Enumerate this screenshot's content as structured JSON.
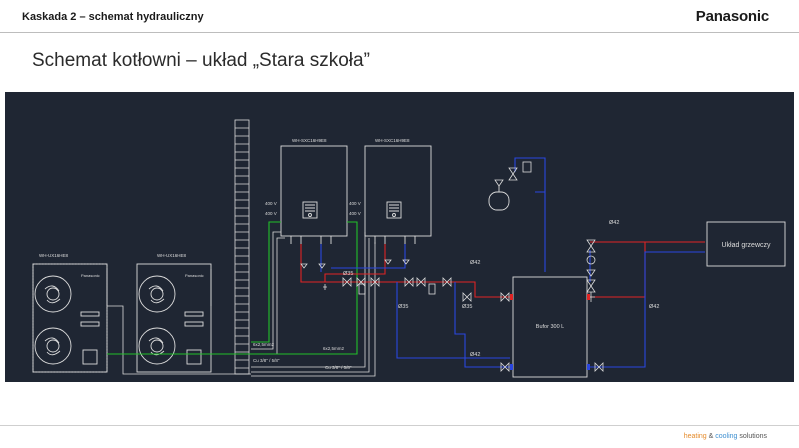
{
  "header": {
    "section_title": "Kaskada 2 – schemat hydrauliczny",
    "brand": "Panasonic"
  },
  "slide": {
    "title": "Schemat kotłowni – układ „Stara szkoła”"
  },
  "diagram": {
    "outdoor_unit_1": "WH-UX16HE8",
    "outdoor_unit_2": "WH-UX16HE8",
    "outdoor_brand_1": "Panasonic",
    "outdoor_brand_2": "Panasonic",
    "indoor_unit_1": "WH-SXC16H9E8",
    "indoor_unit_2": "WH-SXC16H9E8",
    "voltage_a": "400 V",
    "voltage_b": "400 V",
    "voltage_c": "400 V",
    "voltage_d": "400 V",
    "cable_1": "6x2,5mm2",
    "cable_2": "6x2,5mm2",
    "cu_pipe_1": "Cu 3/8\" / 5/8\"",
    "cu_pipe_2": "Cu 3/8\" / 5/8\"",
    "pipe_d35_a": "Ø35",
    "pipe_d35_b": "Ø35",
    "pipe_d35_c": "Ø35",
    "pipe_d42_a": "Ø42",
    "pipe_d42_b": "Ø42",
    "pipe_d42_c": "Ø42",
    "pipe_d42_d": "Ø42",
    "buffer_label": "Bufor 300 L",
    "heating_system": "Układ grzewczy",
    "colors": {
      "background": "#1f2633",
      "supply_red": "#e02424",
      "return_blue": "#2a46e0",
      "signal_green": "#22c02a",
      "line_white": "#dcdcdc"
    }
  },
  "footer": {
    "tag_heating": "heating",
    "tag_and": " & ",
    "tag_cooling": "cooling",
    "tag_solutions": " solutions"
  }
}
